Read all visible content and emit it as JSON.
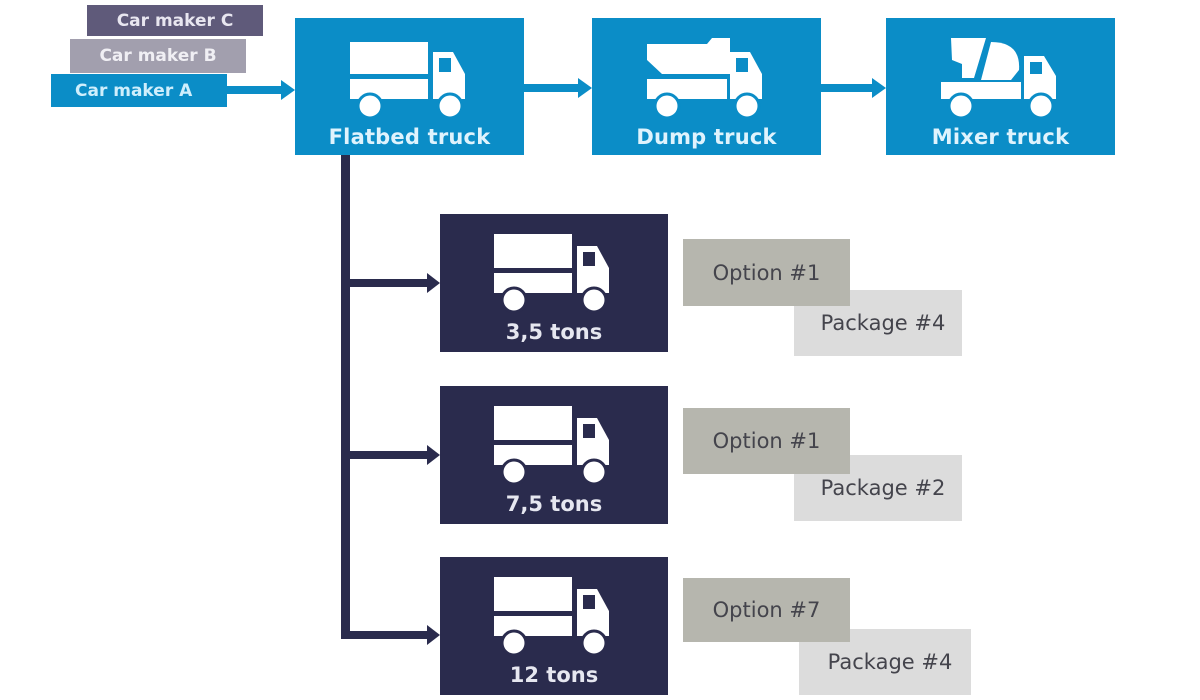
{
  "colors": {
    "brand_blue": "#0b8dc7",
    "navy": "#2a2b4d",
    "maker_c": "#5f5a7a",
    "maker_b": "#a29fae",
    "option_gray": "#b6b6ae",
    "package_gray": "#dcdcdc"
  },
  "car_makers": [
    {
      "label": "Car maker A"
    },
    {
      "label": "Car maker B"
    },
    {
      "label": "Car maker C"
    }
  ],
  "vehicle_types": [
    {
      "label": "Flatbed truck",
      "icon": "flatbed-truck-icon"
    },
    {
      "label": "Dump truck",
      "icon": "dump-truck-icon"
    },
    {
      "label": "Mixer truck",
      "icon": "mixer-truck-icon"
    }
  ],
  "weight_classes": [
    {
      "label": "3,5 tons",
      "icon": "truck-icon",
      "option": "Option #1",
      "package": "Package #4"
    },
    {
      "label": "7,5 tons",
      "icon": "truck-icon",
      "option": "Option #1",
      "package": "Package #2"
    },
    {
      "label": "12 tons",
      "icon": "truck-icon",
      "option": "Option #7",
      "package": "Package #4"
    }
  ]
}
